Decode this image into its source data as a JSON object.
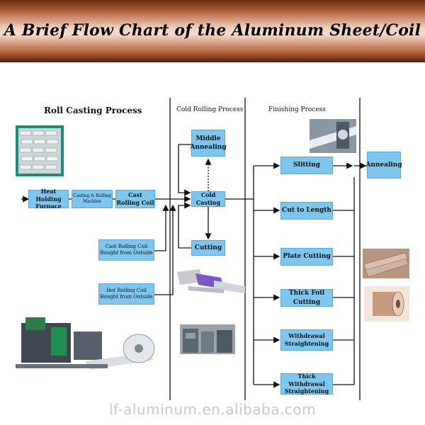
{
  "title": "A Brief Flow Chart of the Aluminum Sheet/Coil",
  "columns": {
    "roll_casting": "Roll Casting Process",
    "cold_rolling": "Cold Rolling Process",
    "finishing": "Finishing Process"
  },
  "boxes": {
    "heat_holding": "Heat Holding Furnace",
    "casting_rolling": "Casting & Rolling Machine",
    "cast_rolling_coil": "Cast Rolling Coil",
    "cast_rolling_bought": "Cast Rolling Coil Bought from Outside",
    "hot_rolling_bought": "Hot Rolling Coil Bought from Outside",
    "middle_annealing": "Middle Annealing",
    "cold_casting": "Cold Casting",
    "cutting": "Cutting",
    "slitting": "Slitting",
    "cut_to_length": "Cut to Length",
    "plate_cutting": "Plate Cutting",
    "thick_foil_cutting": "Thick Foil Cutting",
    "withdrawal_straightening": "Withdrawal Straightening",
    "thick_withdrawal_straightening": "Thick Withdrawal Straightening",
    "annealing": "Annealing"
  },
  "watermark": "lf-aluminum.en.alibaba.com",
  "colors": {
    "box_fill": "#7ec6ee",
    "banner_brown": "#8b3a1a",
    "banner_light": "#f6dccc"
  }
}
